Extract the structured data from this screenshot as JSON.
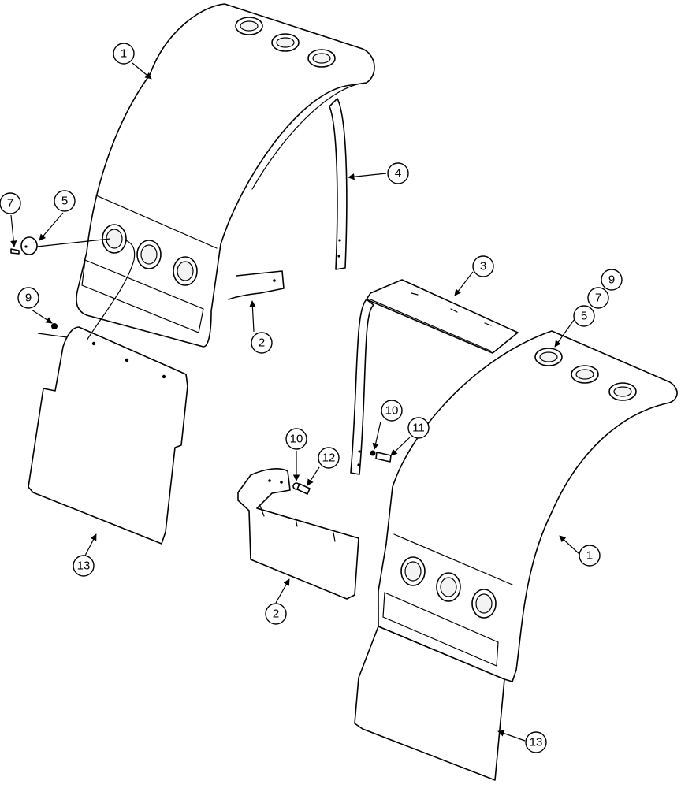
{
  "callouts": [
    "1",
    "2",
    "3",
    "4",
    "5",
    "7",
    "9",
    "10",
    "11",
    "12",
    "13"
  ]
}
